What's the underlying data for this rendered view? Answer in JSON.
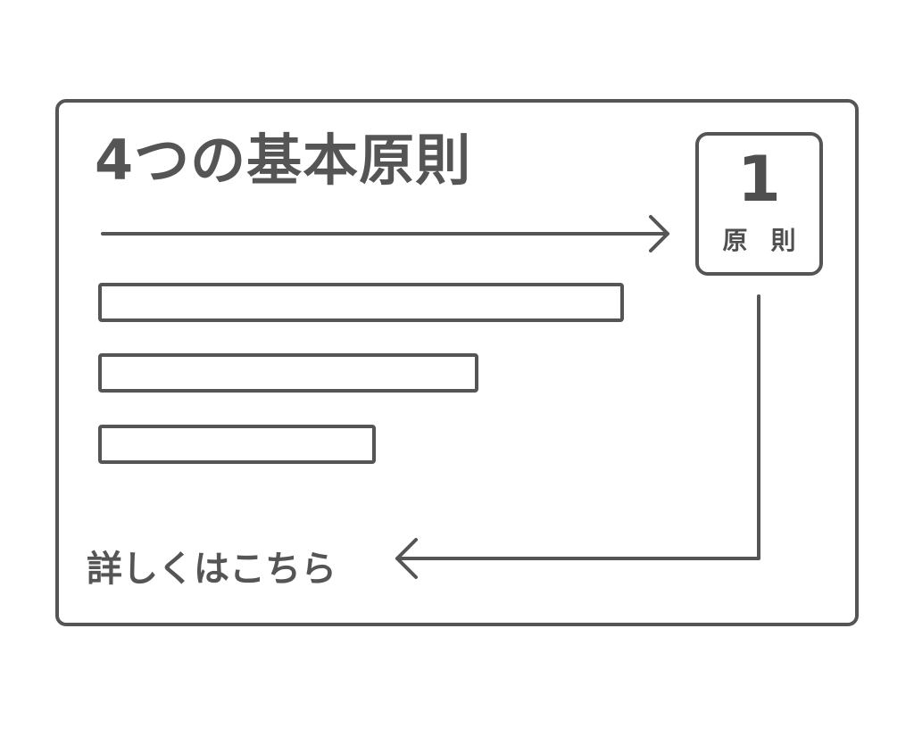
{
  "card": {
    "title": "4つの基本原則",
    "badge": {
      "number": "1",
      "label": "原則"
    },
    "bars": [
      {
        "label": ""
      },
      {
        "label": ""
      },
      {
        "label": ""
      }
    ],
    "more_link": "詳しくはこちら"
  },
  "colors": {
    "stroke": "#555555",
    "text": "#4f4f4f",
    "background": "#ffffff"
  }
}
